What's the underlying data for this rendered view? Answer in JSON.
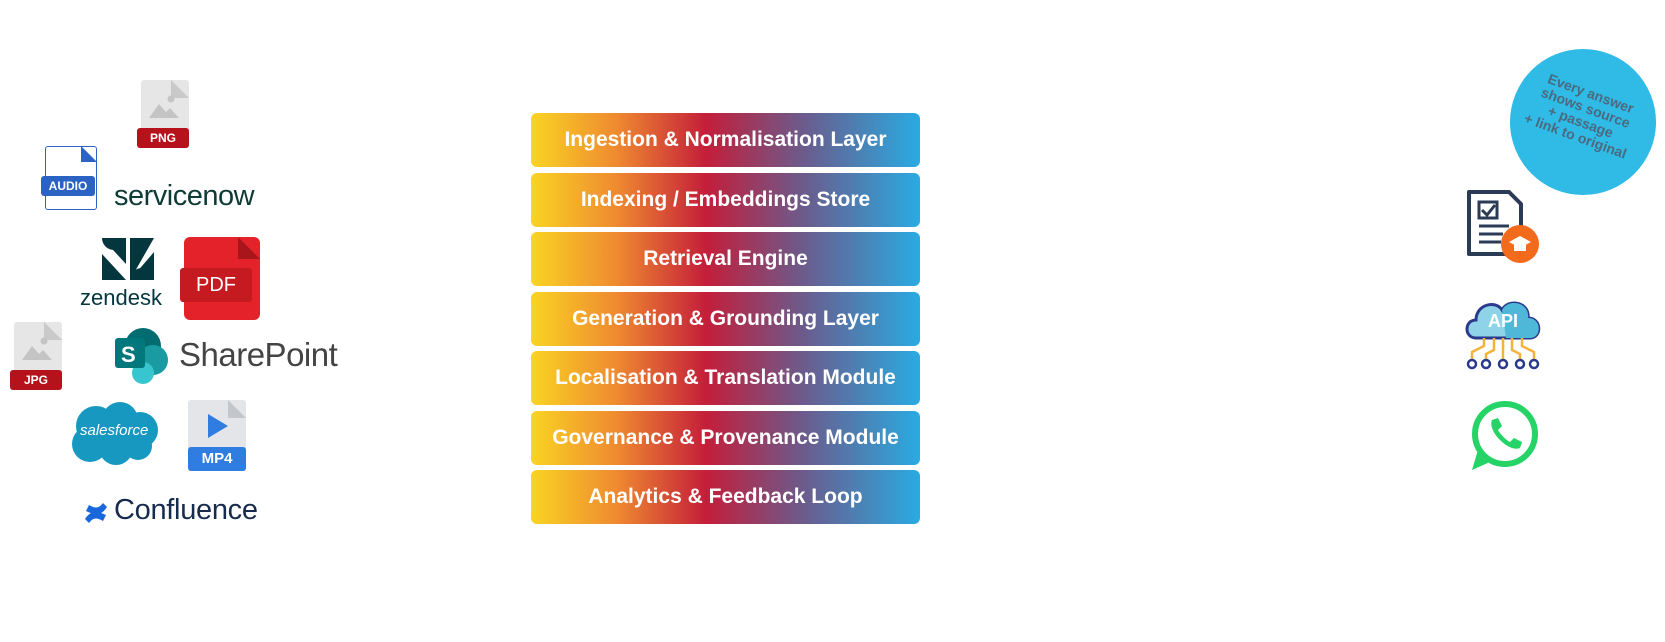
{
  "sources": {
    "png_label": "PNG",
    "audio_label": "AUDIO",
    "pdf_label": "PDF",
    "jpg_label": "JPG",
    "mp4_label": "MP4",
    "servicenow": "servicenow",
    "zendesk": "zendesk",
    "sharepoint": "SharePoint",
    "sharepoint_letter": "S",
    "salesforce": "salesforce",
    "confluence": "Confluence"
  },
  "layers": [
    "Ingestion & Normalisation Layer",
    "Indexing / Embeddings Store",
    "Retrieval Engine",
    "Generation & Grounding Layer",
    "Localisation & Translation Module",
    "Governance & Provenance Module",
    "Analytics & Feedback Loop"
  ],
  "outputs": {
    "bubble_lines": [
      "Every answer",
      "shows source",
      "+ passage",
      "+ link to original"
    ],
    "api_label": "API"
  },
  "colors": {
    "gradient": [
      "#f9d423",
      "#ef8a30",
      "#c41e3a",
      "#6b5b8c",
      "#29abe2"
    ],
    "bubble": "#2fbbe6",
    "png_red": "#b5121b",
    "pdf_red": "#e32229",
    "audio_blue": "#2a63c4",
    "mp4_blue": "#2f7de1",
    "servicenow": "#0f3b36",
    "servicenow_accent": "#62d84e",
    "zendesk": "#03363d",
    "sharepoint_teal": "#038387",
    "salesforce": "#1798c1",
    "confluence_blue": "#1868db",
    "whatsapp": "#25d366",
    "doc_navy": "#2b3a55",
    "badge_orange": "#f26b1d"
  }
}
